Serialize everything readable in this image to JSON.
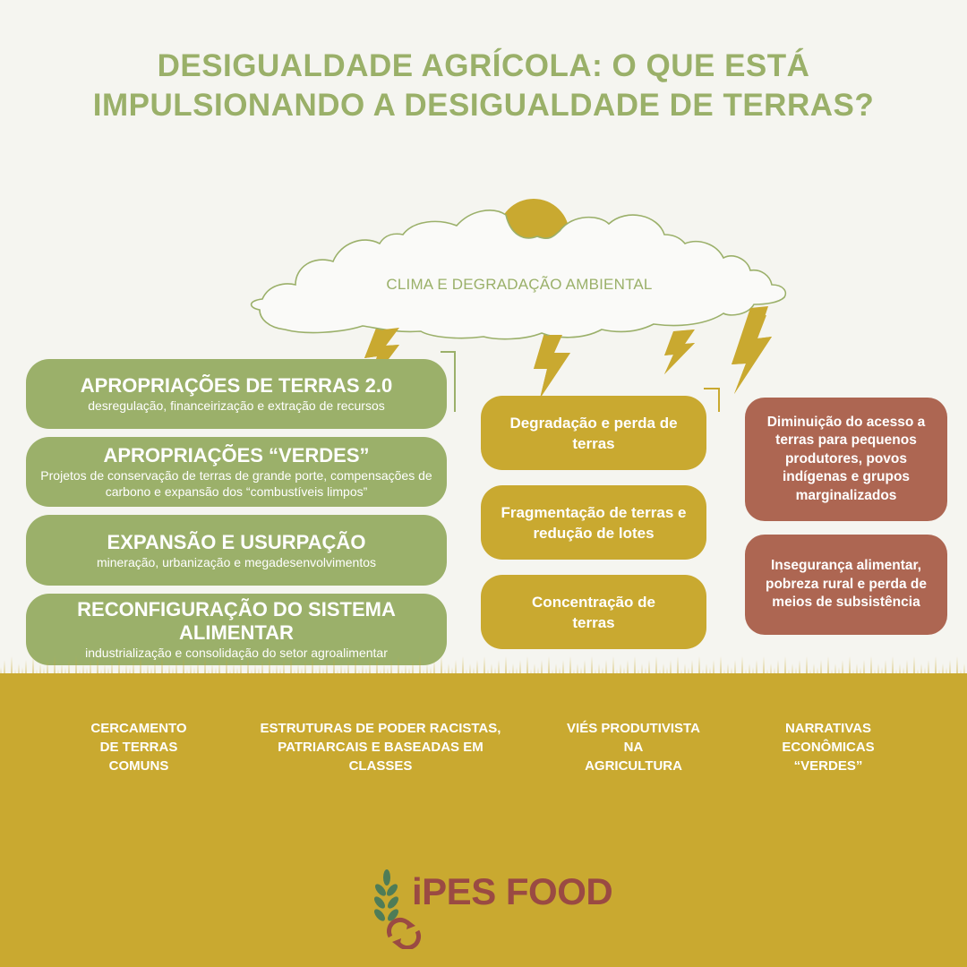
{
  "title": {
    "line1": "DESIGUALDADE AGRÍCOLA: O QUE ESTÁ",
    "line2": "IMPULSIONANDO A DESIGUALDADE DE TERRAS?"
  },
  "cloud": {
    "label": "CLIMA E DEGRADAÇÃO AMBIENTAL"
  },
  "drivers": [
    {
      "heading": "APROPRIAÇÕES DE TERRAS 2.0",
      "sub": "desregulação, financeirização e extração de recursos"
    },
    {
      "heading": "APROPRIAÇÕES “VERDES”",
      "sub": "Projetos de conservação de terras de grande porte, compensações de carbono e expansão dos “combustíveis limpos”"
    },
    {
      "heading": "EXPANSÃO E USURPAÇÃO",
      "sub": "mineração, urbanização e megadesenvolvimentos"
    },
    {
      "heading": "RECONFIGURAÇÃO DO SISTEMA ALIMENTAR",
      "sub": "industrialização e consolidação do setor agroalimentar"
    }
  ],
  "processes": [
    {
      "label": "Degradação e perda de terras"
    },
    {
      "label": "Fragmentação de terras e redução de lotes"
    },
    {
      "label": "Concentração de terras"
    }
  ],
  "outcomes": [
    {
      "label": "Diminuição do acesso a terras para pequenos produtores, povos indígenas e grupos marginalizados"
    },
    {
      "label": "Insegurança alimentar, pobreza rural e perda de meios de subsistência"
    }
  ],
  "roots": [
    {
      "lines": [
        "CERCAMENTO",
        "DE TERRAS",
        "COMUNS"
      ]
    },
    {
      "lines": [
        "ESTRUTURAS DE PODER RACISTAS,",
        "PATRIARCAIS E BASEADAS EM",
        "CLASSES"
      ]
    },
    {
      "lines": [
        "VIÉS PRODUTIVISTA",
        "NA",
        "AGRICULTURA"
      ]
    },
    {
      "lines": [
        "NARRATIVAS",
        "ECONÔMICAS",
        "“VERDES”"
      ]
    }
  ],
  "logo": {
    "text": "iPES FOOD"
  },
  "colors": {
    "background": "#F5F5F0",
    "green": "#9BB06A",
    "gold": "#C9A930",
    "red": "#AD6652",
    "logo_text": "#9A4A43",
    "logo_leaf": "#4E7C57"
  }
}
